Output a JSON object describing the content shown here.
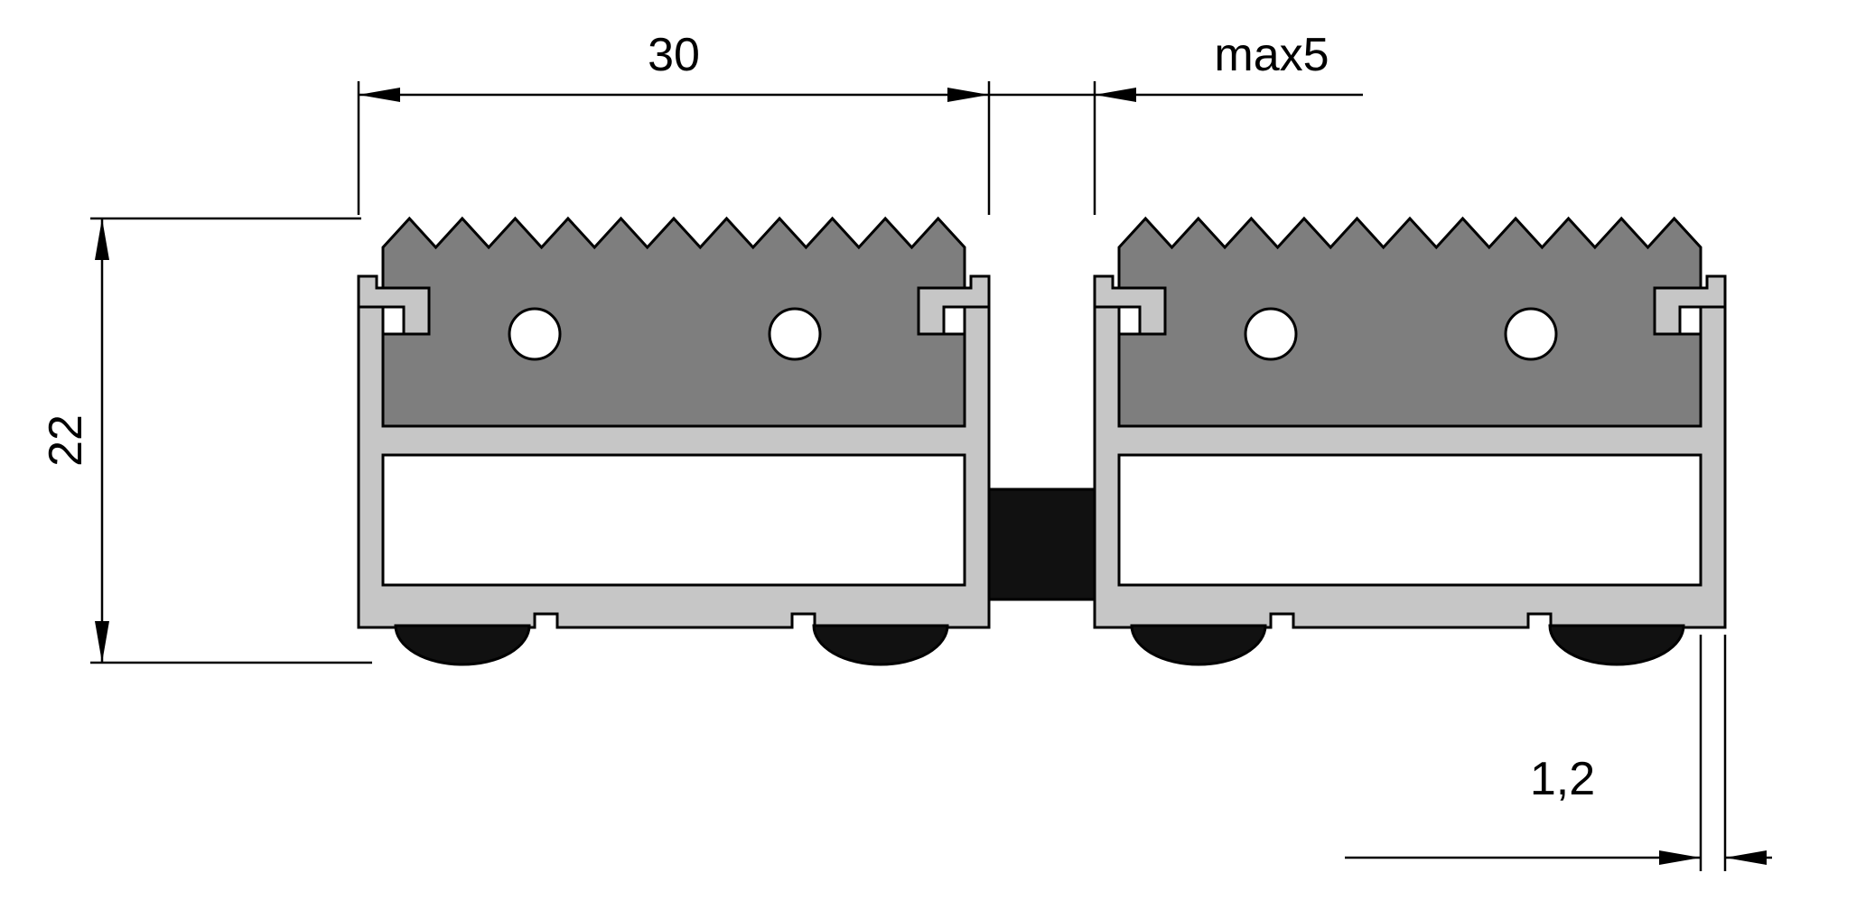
{
  "diagram": {
    "type": "technical-drawing-cross-section",
    "subject": "entrance-mat-aluminum-profile-pair",
    "labels": {
      "profile_width": "30",
      "gap": "max5",
      "height": "22",
      "wall_thickness": "1,2"
    },
    "colors": {
      "background": "#ffffff",
      "line": "#000000",
      "frame": "#c6c6c6",
      "insert": "#7e7e7e",
      "rubber": "#111111",
      "chamber": "#ffffff"
    }
  }
}
